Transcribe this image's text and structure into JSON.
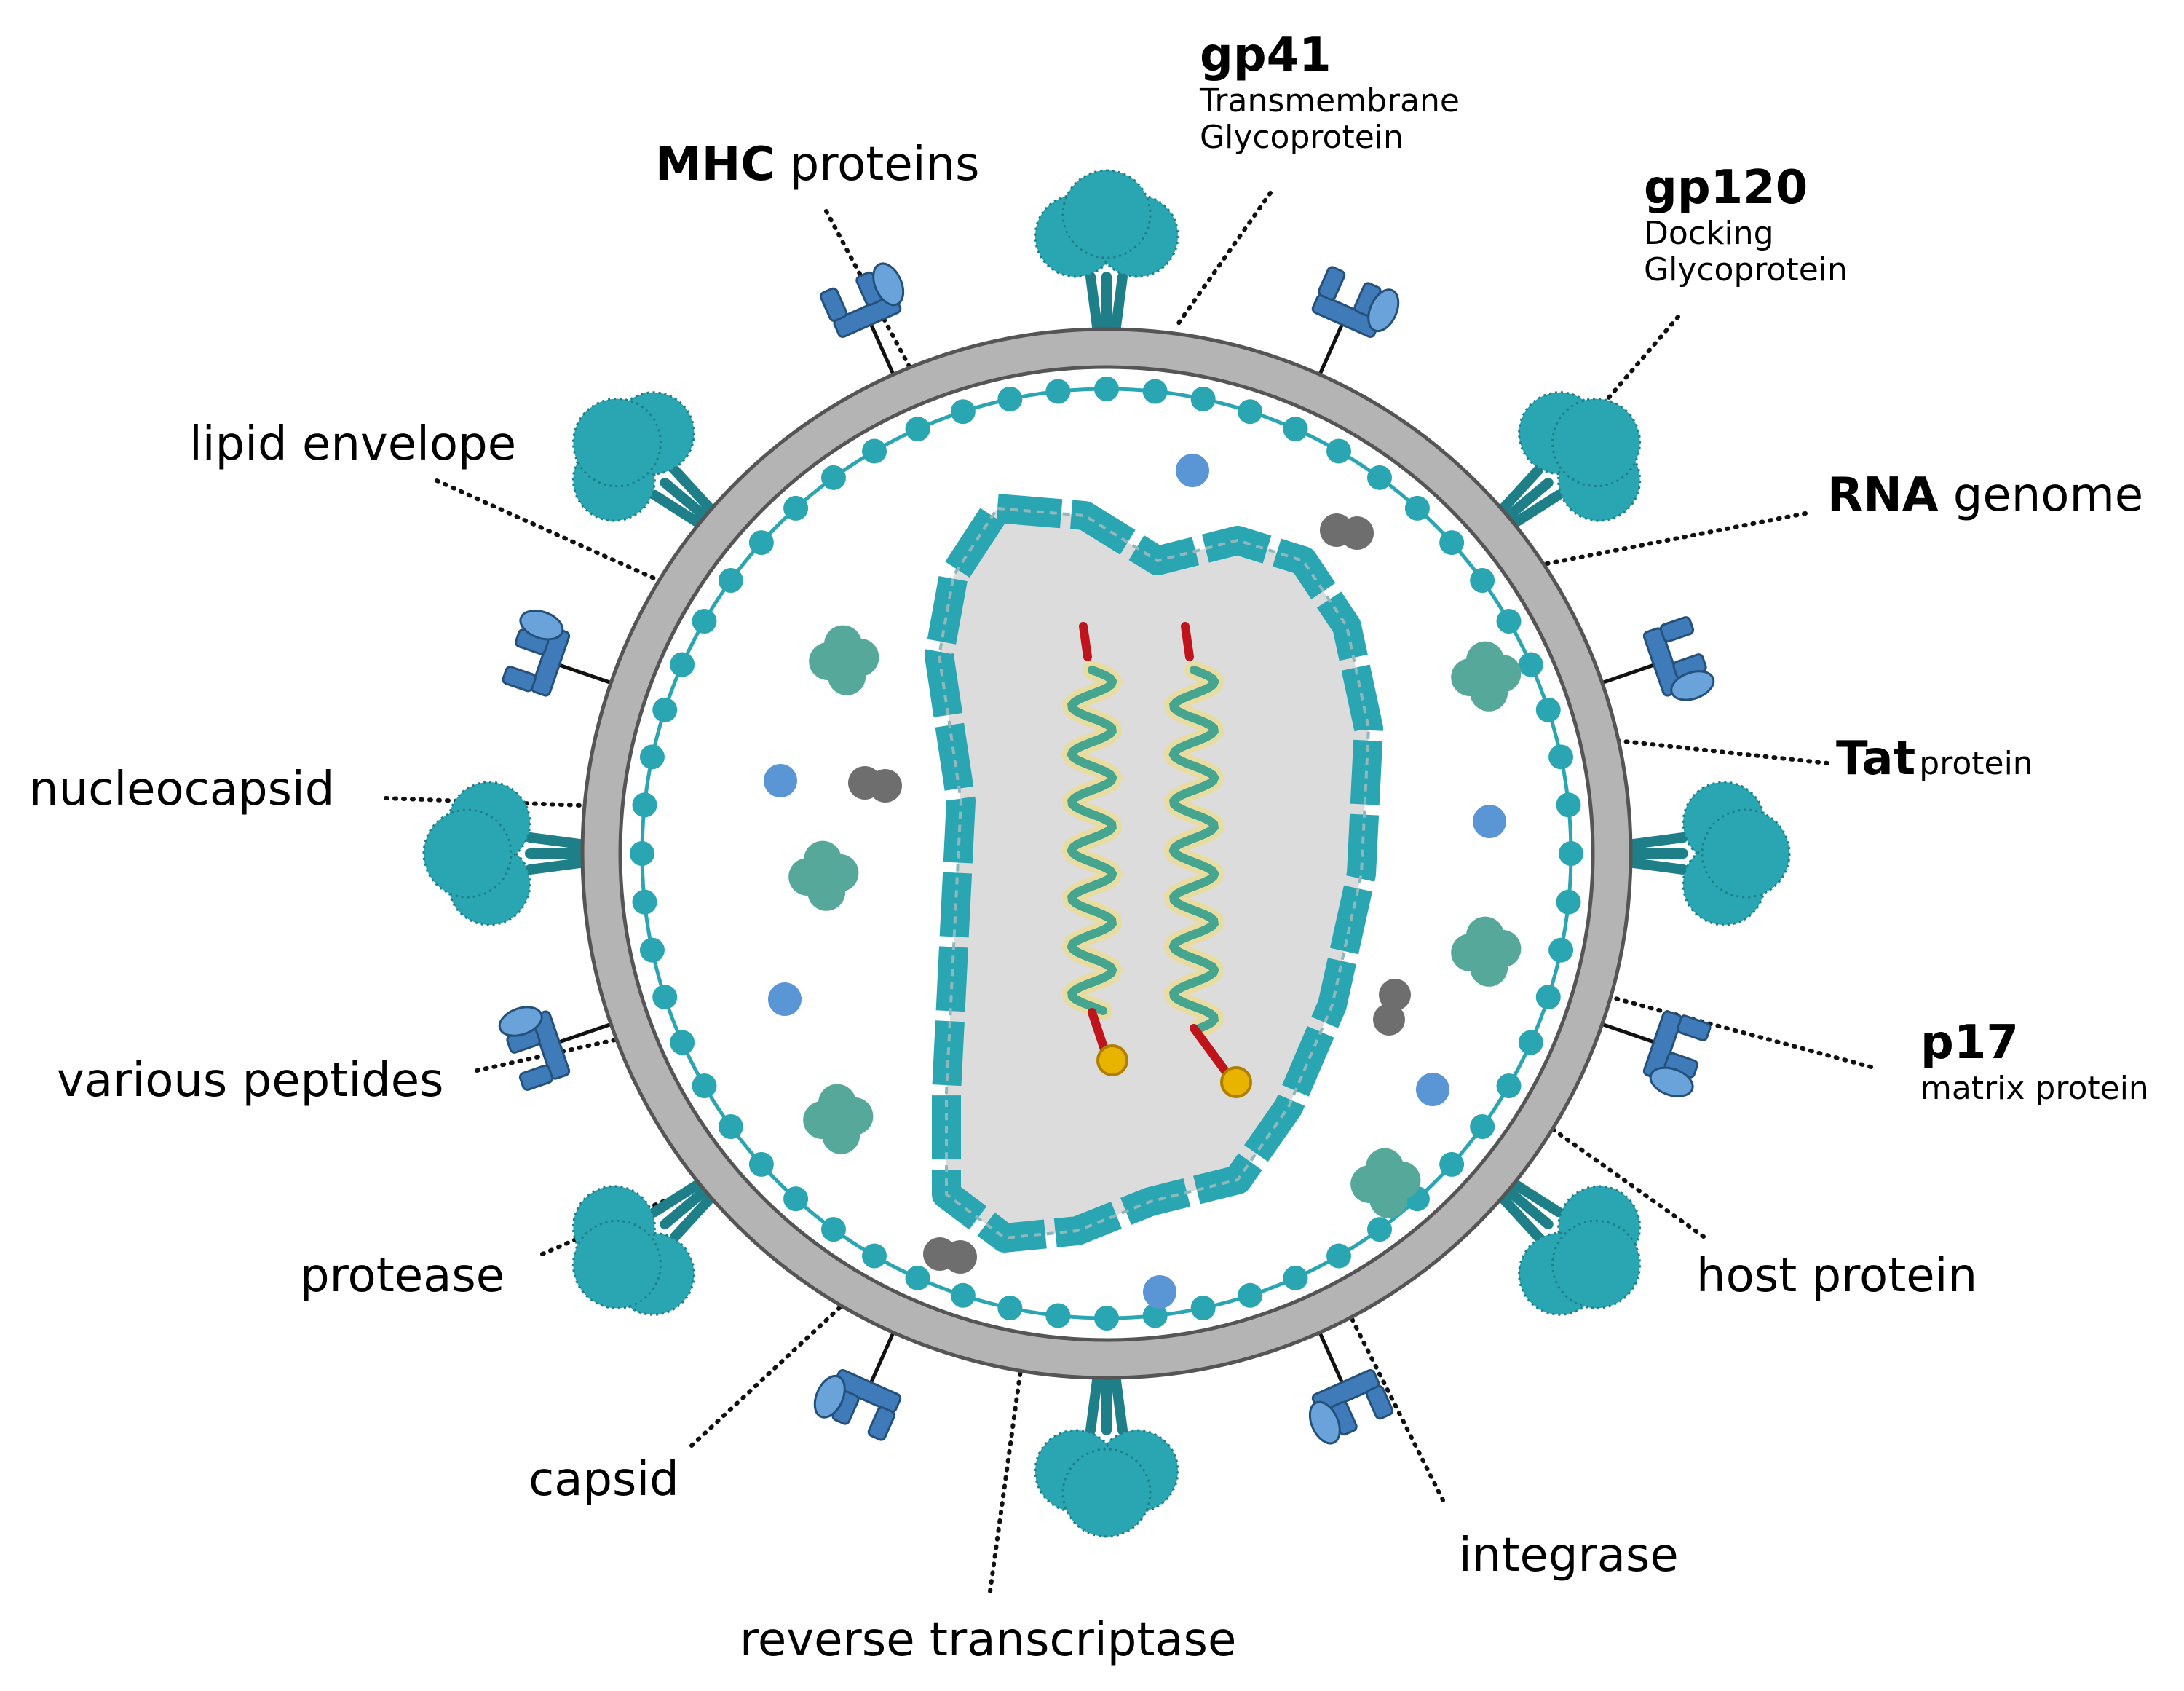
{
  "labels": {
    "mhc_bold": "MHC",
    "mhc_rest": "proteins",
    "gp41_title": "gp41",
    "gp41_line1": "Transmembrane",
    "gp41_line2": "Glycoprotein",
    "gp120_title": "gp120",
    "gp120_line1": "Docking",
    "gp120_line2": "Glycoprotein",
    "lipid_envelope": "lipid envelope",
    "rna_bold": "RNA",
    "rna_rest": "genome",
    "tat_bold": "Tat",
    "tat_rest": "protein",
    "nucleocapsid": "nucleocapsid",
    "p17_title": "p17",
    "p17_sub": "matrix protein",
    "various_peptides": "various peptides",
    "protease": "protease",
    "host_protein": "host protein",
    "capsid": "capsid",
    "integrase": "integrase",
    "reverse_transcriptase": "reverse transcriptase"
  },
  "colors": {
    "envelope": "#b4b4b4",
    "envelope_outline": "#555555",
    "teal": "#2aa5b2",
    "teal_dark": "#1f7f89",
    "capsid_fill": "#dcdcdc",
    "protease_green": "#55a89a",
    "peptide_blue": "#5a96d6",
    "host_gray": "#6e6e6e",
    "tat_purple": "#4e5e8e",
    "rt_dark_teal": "#1c6e78",
    "rna_green": "#45a58f",
    "rna_glow": "#f2dc7a",
    "rna_end_red": "#c0141c",
    "rna_cap_gold": "#e8b400",
    "mhc_blue": "#3f7bb8"
  }
}
